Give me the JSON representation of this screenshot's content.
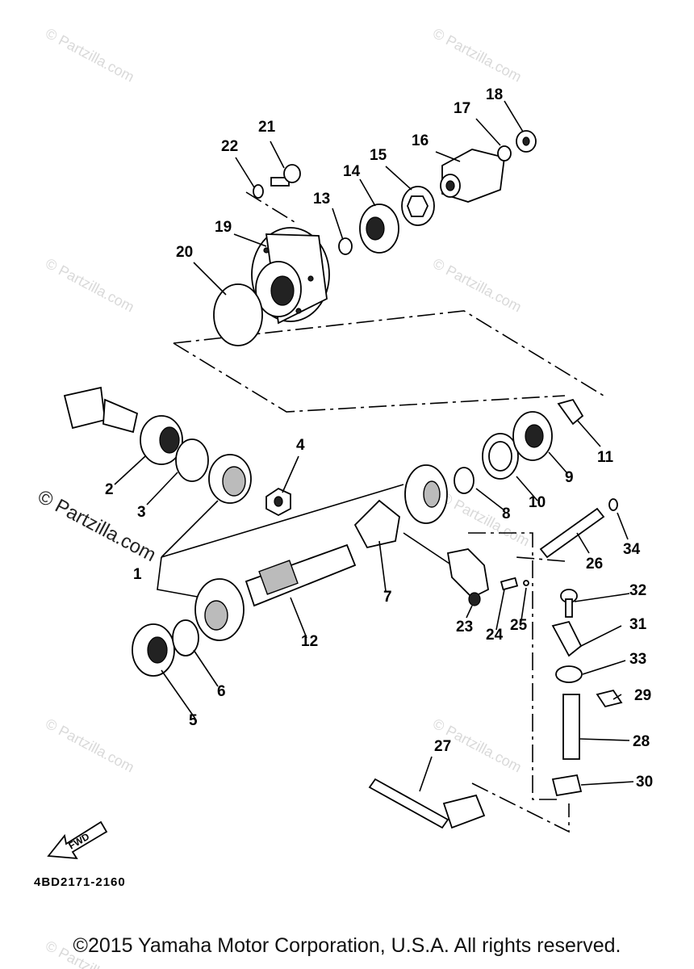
{
  "watermarks": [
    "© Partzilla.com",
    "© Partzilla.com",
    "© Partzilla.com",
    "© Partzilla.com",
    "© Partzilla.com",
    "© Partzilla.com",
    "© Partzilla.com",
    "© Partzilla.com"
  ],
  "watermark_main": "© Partzilla.com",
  "callouts": [
    "1",
    "2",
    "3",
    "4",
    "5",
    "6",
    "7",
    "8",
    "9",
    "10",
    "11",
    "12",
    "13",
    "14",
    "15",
    "16",
    "17",
    "18",
    "19",
    "20",
    "21",
    "22",
    "23",
    "24",
    "25",
    "26",
    "27",
    "28",
    "29",
    "30",
    "31",
    "32",
    "33",
    "34"
  ],
  "fwd_label": "FWD",
  "diagram_code": "4BD2171-2160",
  "copyright": "©2015 Yamaha Motor Corporation, U.S.A. All rights reserved."
}
